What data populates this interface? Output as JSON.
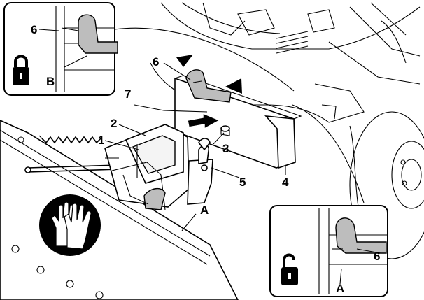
{
  "callouts": {
    "n1": "1",
    "n2": "2",
    "n3": "3",
    "n4": "4",
    "n5": "5",
    "n6_main": "6",
    "n7": "7",
    "a_main": "A",
    "inset_top_6": "6",
    "inset_top_b": "B",
    "inset_bottom_6": "6",
    "inset_bottom_a": "A"
  },
  "icons": {
    "inset_top_lock": "locked-padlock-icon",
    "inset_bottom_lock": "unlocked-padlock-icon",
    "gloves": "protective-gloves-icon",
    "push_arrow": "push-direction-arrow-icon"
  },
  "colors": {
    "line": "#000000",
    "part_fill": "#bdbdbd",
    "background": "#ffffff"
  }
}
